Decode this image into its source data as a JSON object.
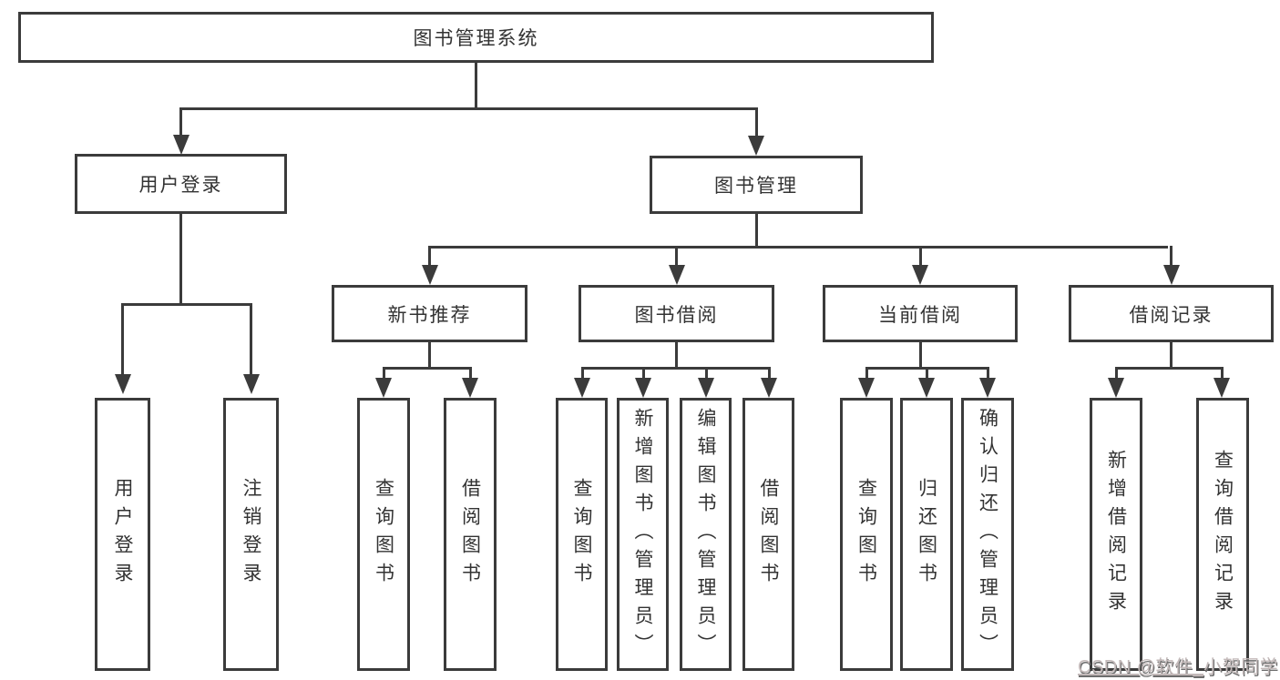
{
  "root": {
    "label": "图书管理系统"
  },
  "level2": {
    "user_login": {
      "label": "用户登录"
    },
    "book_management": {
      "label": "图书管理"
    }
  },
  "level3": {
    "new_book_recommend": {
      "label": "新书推荐"
    },
    "book_borrow": {
      "label": "图书借阅"
    },
    "current_borrow": {
      "label": "当前借阅"
    },
    "borrow_records": {
      "label": "借阅记录"
    }
  },
  "leaves": {
    "user_login": [
      "用户登录",
      "注销登录"
    ],
    "new_book_recommend": [
      "查询图书",
      "借阅图书"
    ],
    "book_borrow": [
      "查询图书",
      "新增图书（管理员）",
      "编辑图书（管理员）",
      "借阅图书"
    ],
    "current_borrow": [
      "查询图书",
      "归还图书",
      "确认归还（管理员）"
    ],
    "borrow_records": [
      "新增借阅记录",
      "查询借阅记录"
    ]
  },
  "watermark": {
    "handle": "CSDN @软件_",
    "name": "小贺同学"
  },
  "colors": {
    "line": "#3b3b3b",
    "box_border": "#3b3b3b",
    "text": "#333333",
    "watermark": "#c3b9b9",
    "background": "#ffffff"
  }
}
